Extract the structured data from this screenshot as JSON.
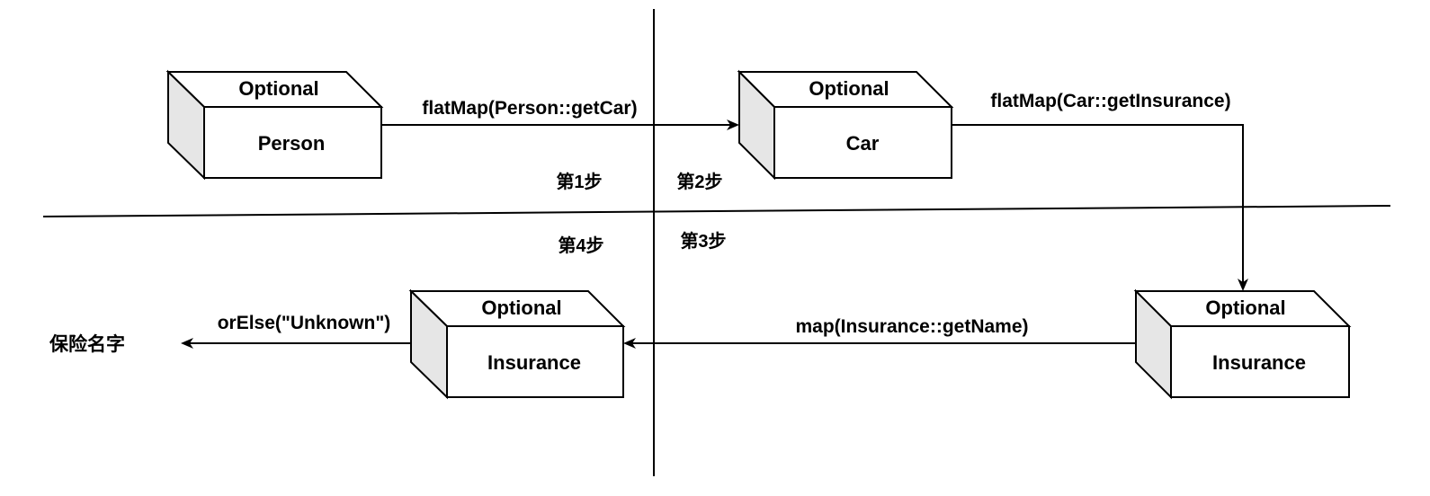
{
  "boxes": [
    {
      "id": "person",
      "header": "Optional",
      "label": "Person"
    },
    {
      "id": "car",
      "header": "Optional",
      "label": "Car"
    },
    {
      "id": "insurance-right",
      "header": "Optional",
      "label": "Insurance"
    },
    {
      "id": "insurance-left",
      "header": "Optional",
      "label": "Insurance"
    }
  ],
  "edges": {
    "person_to_car": "flatMap(Person::getCar)",
    "car_to_insurance": "flatMap(Car::getInsurance)",
    "insurance_map": "map(Insurance::getName)",
    "or_else": "orElse(\"Unknown\")"
  },
  "result_label": "保险名字",
  "steps": {
    "step1": "第1步",
    "step2": "第2步",
    "step3": "第3步",
    "step4": "第4步"
  },
  "colors": {
    "front_face": "#ffffff",
    "side_face": "#e6e6e6",
    "top_face": "#ffffff",
    "stroke": "#000000"
  }
}
